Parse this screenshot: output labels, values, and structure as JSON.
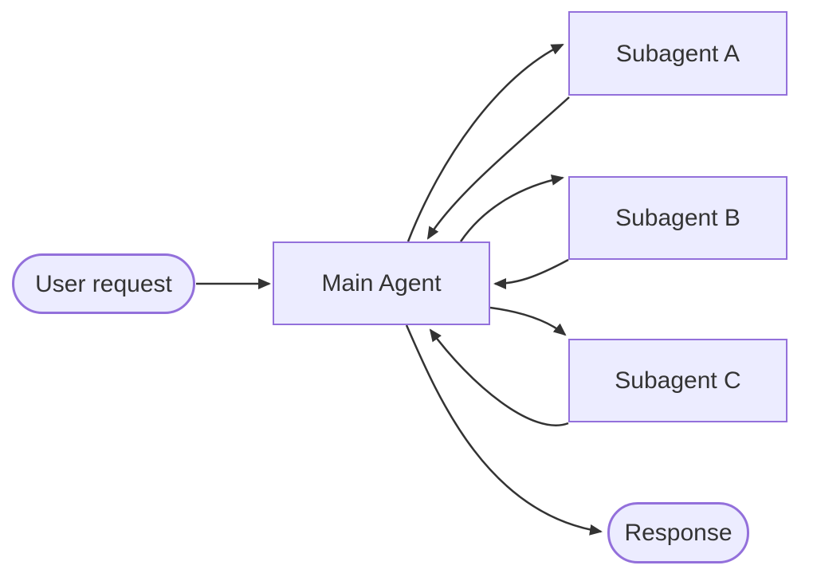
{
  "diagram": {
    "type": "flowchart",
    "direction": "left-to-right",
    "nodes": {
      "user_request": {
        "label": "User request",
        "shape": "stadium"
      },
      "main_agent": {
        "label": "Main Agent",
        "shape": "rectangle"
      },
      "subagent_a": {
        "label": "Subagent A",
        "shape": "rectangle"
      },
      "subagent_b": {
        "label": "Subagent B",
        "shape": "rectangle"
      },
      "subagent_c": {
        "label": "Subagent C",
        "shape": "rectangle"
      },
      "response": {
        "label": "Response",
        "shape": "stadium"
      }
    },
    "edges": [
      {
        "from": "user_request",
        "to": "main_agent"
      },
      {
        "from": "main_agent",
        "to": "subagent_a"
      },
      {
        "from": "subagent_a",
        "to": "main_agent"
      },
      {
        "from": "main_agent",
        "to": "subagent_b"
      },
      {
        "from": "subagent_b",
        "to": "main_agent"
      },
      {
        "from": "main_agent",
        "to": "subagent_c"
      },
      {
        "from": "subagent_c",
        "to": "main_agent"
      },
      {
        "from": "main_agent",
        "to": "response"
      }
    ],
    "colors": {
      "node_fill": "#ECECFF",
      "node_border": "#9370DB",
      "edge": "#333333",
      "text": "#333333",
      "background": "#FFFFFF"
    }
  }
}
